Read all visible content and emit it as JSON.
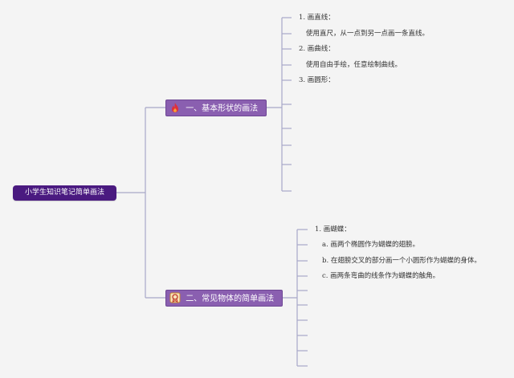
{
  "root": {
    "label": "小学生知识笔记简单画法"
  },
  "branches": [
    {
      "label": "一、基本形状的画法",
      "icon": "fire-icon",
      "icon_color": "#e0303a",
      "items": [
        "1. 画直线：",
        "使用直尺，从一点到另一点画一条直线。",
        "2. 画曲线：",
        "使用自由手绘，任意绘制曲线。",
        "3. 画圆形："
      ]
    },
    {
      "label": "二、常见物体的简单画法",
      "icon": "medal-icon",
      "icon_color": "#e0963a",
      "items": [
        "1. 画蝴蝶：",
        "a. 画两个椭圆作为蝴蝶的翅膀。",
        "b. 在翅膀交叉的部分画一个小圆形作为蝴蝶的身体。",
        "c. 画两条弯曲的线条作为蝴蝶的触角。"
      ]
    }
  ],
  "colors": {
    "root_bg": "#4a1a80",
    "branch_bg": "#8a5fb0",
    "connector": "#a8a8c8",
    "background": "#f4f4f4"
  }
}
